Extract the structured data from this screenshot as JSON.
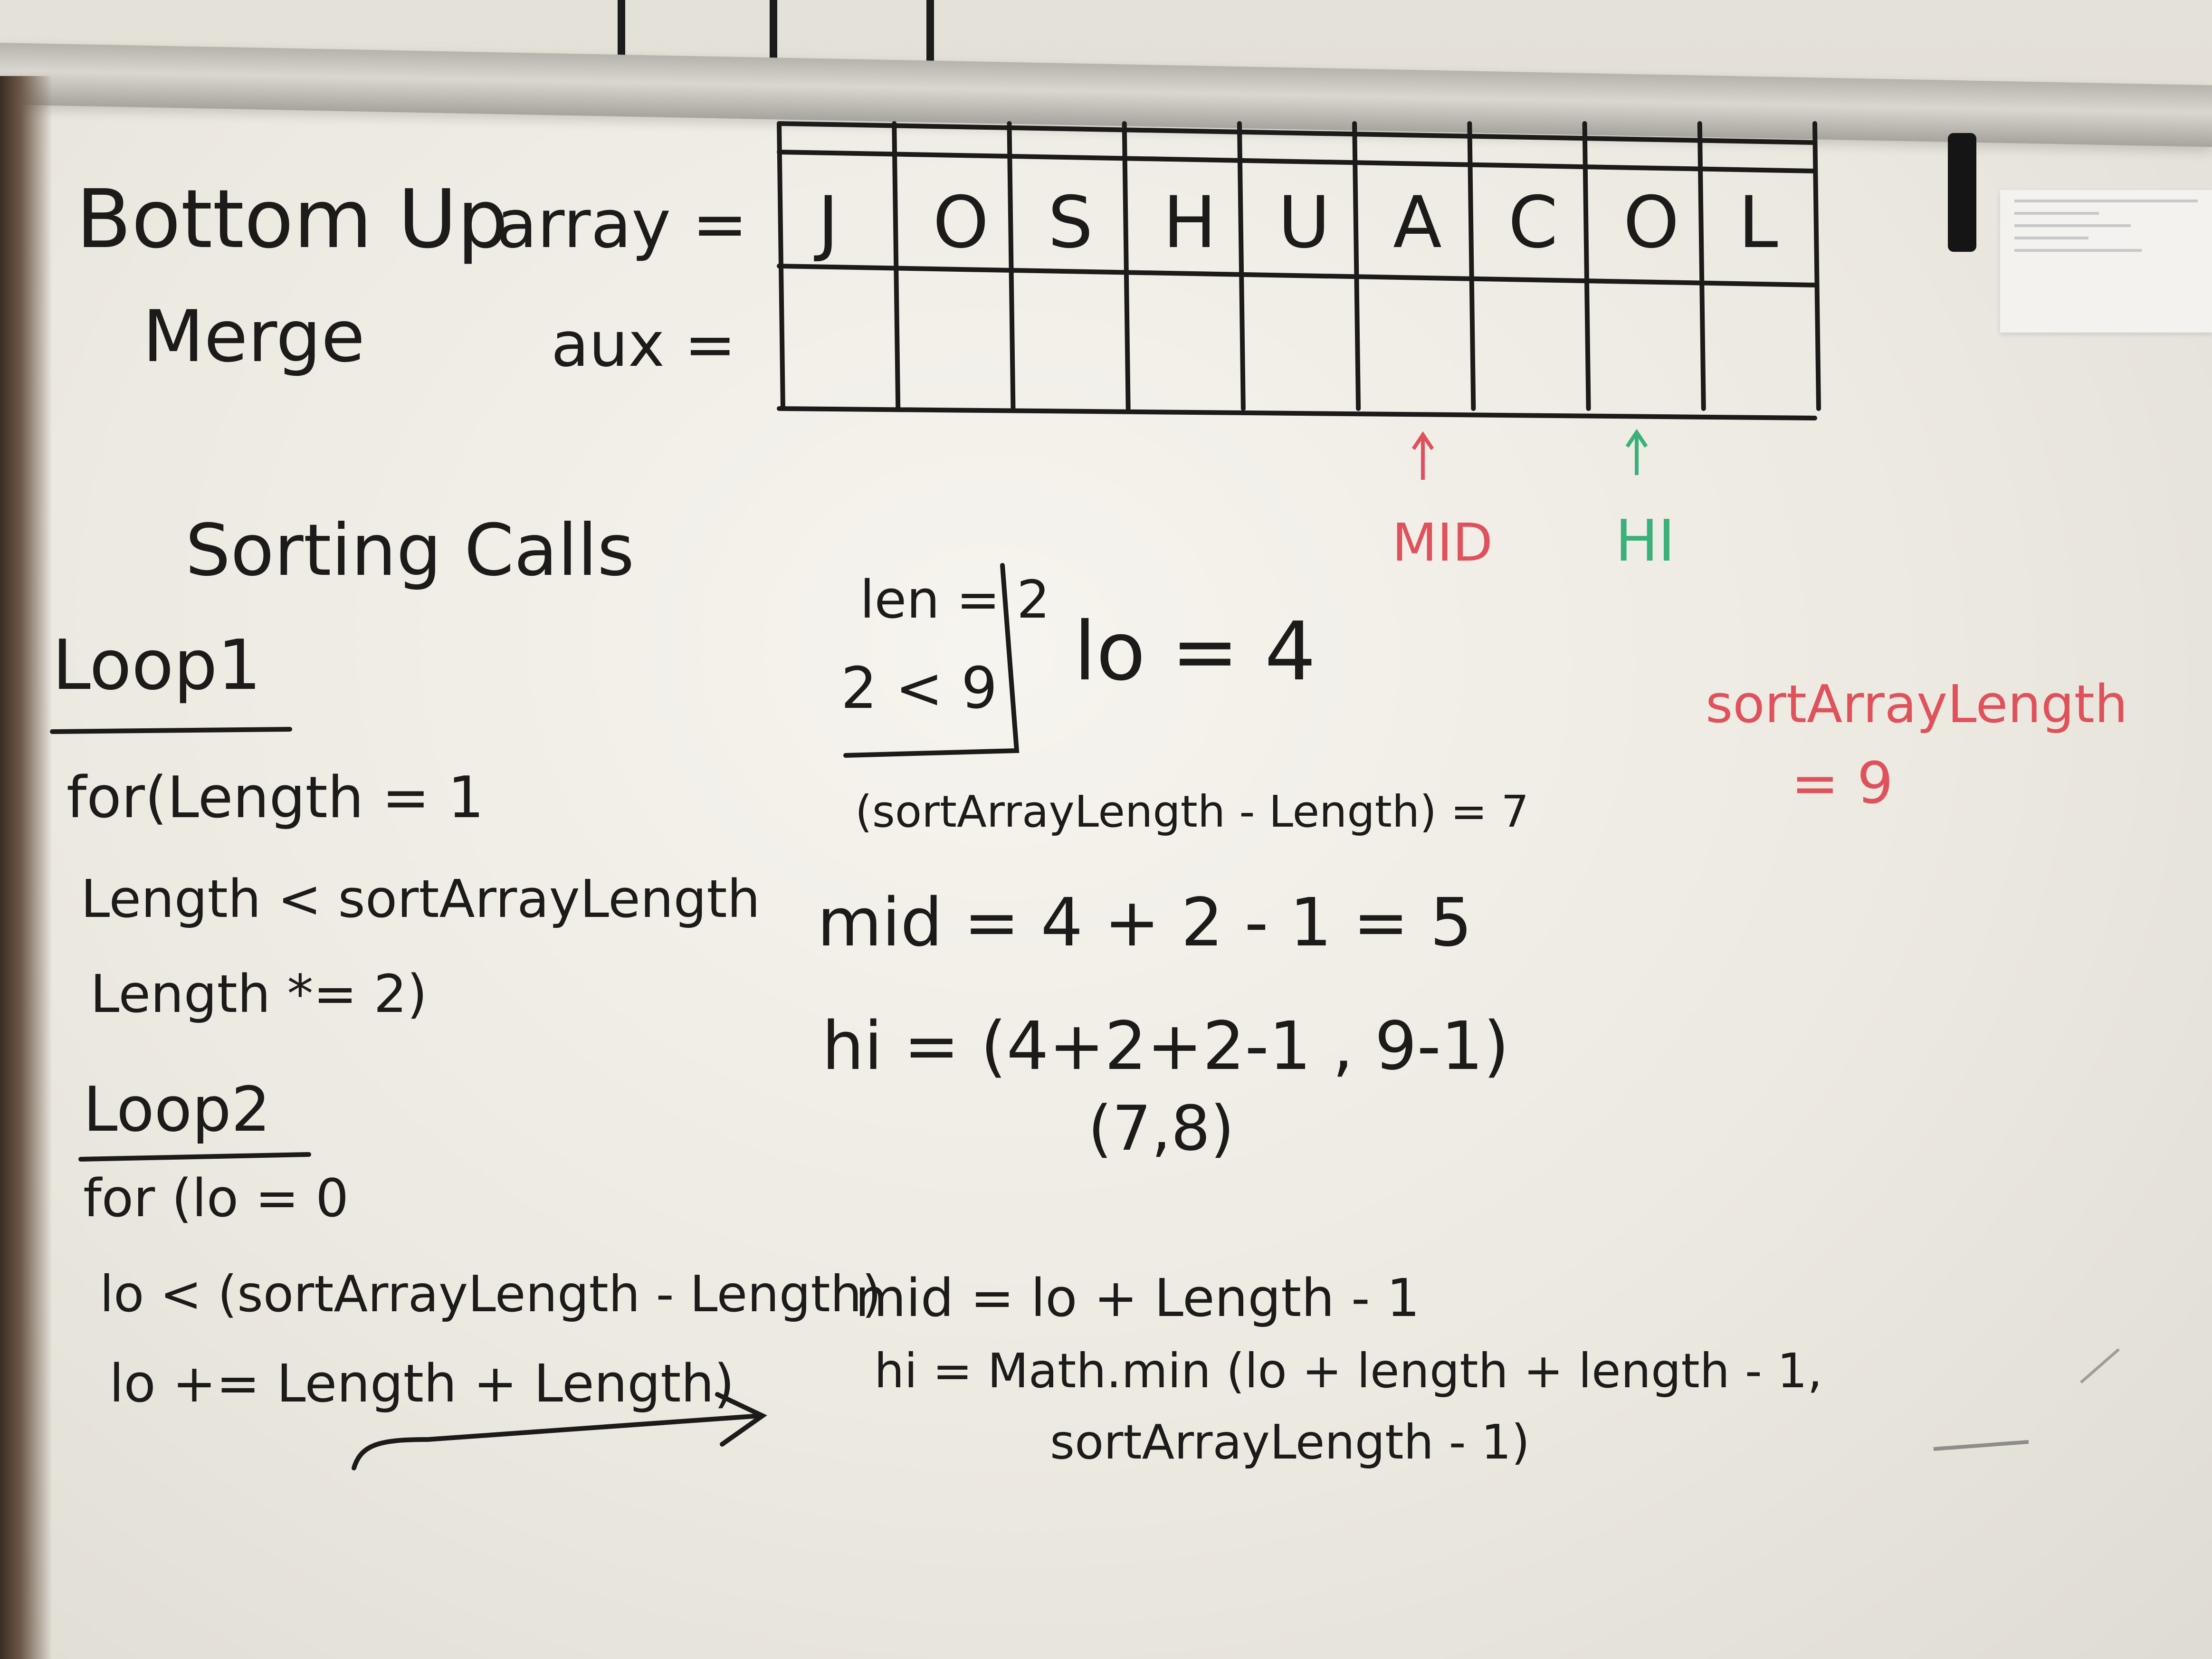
{
  "board": {
    "title": "Bottom Up\nMerge",
    "array_label": "array =",
    "aux_label": "aux =",
    "array_cells": [
      "J",
      "O",
      "S",
      "H",
      "U",
      "A",
      "C",
      "O",
      "L"
    ],
    "aux_cells": [
      "",
      "",
      "",
      "",
      "",
      "",
      "",
      "",
      ""
    ],
    "pointer_mid": "MID",
    "pointer_hi": "HI"
  },
  "notes": {
    "sorting_calls": "Sorting Calls",
    "loop1_heading": "Loop1",
    "loop1_lines": [
      "for(Length = 1",
      "Length < sortArrayLength",
      "Length *= 2)"
    ],
    "loop2_heading": "Loop2",
    "loop2_lines": [
      "for (lo = 0",
      "lo < (sortArrayLength - Length)",
      "lo += Length + Length)"
    ]
  },
  "trace": {
    "box_lines": [
      "len = 2",
      "2 < 9"
    ],
    "lo_value": "lo = 4",
    "sort_minus_len": "(sortArrayLength - Length) = 7",
    "mid_calc": "mid = 4 + 2 - 1 = 5",
    "hi_calc": "hi = (4+2+2-1 , 9-1)",
    "hi_pair": "(7,8)",
    "mid_formula": "mid = lo + Length - 1",
    "hi_formula_1": "hi = Math.min (lo + length + length - 1,",
    "hi_formula_2": "sortArrayLength - 1)"
  },
  "side_note": {
    "label": "sortArrayLength",
    "value": "= 9"
  },
  "colors": {
    "ink": "#1d1b1a",
    "mid_pointer": "#e0525b",
    "hi_pointer": "#3bb07a",
    "side_note": "#f06a73",
    "board": "#f2f0ea"
  }
}
